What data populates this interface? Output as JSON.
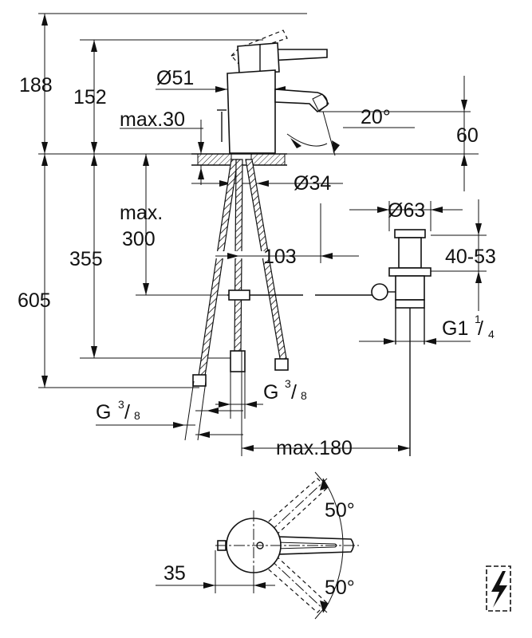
{
  "dimensions": {
    "d188": "188",
    "d152": "152",
    "d51": "Ø51",
    "dmax30": "max.30",
    "d20deg": "20°",
    "d60": "60",
    "d34": "Ø34",
    "dmax": "max.",
    "d300": "300",
    "d355": "355",
    "d103": "103",
    "d605": "605",
    "d63": "Ø63",
    "d4053": "40-53",
    "g114_main": "G1",
    "g114_num": "1",
    "g114_den": "4",
    "g38_left_main": "G",
    "g38_left_num": "3",
    "g38_left_den": "8",
    "g38_right_main": "G",
    "g38_right_num": "3",
    "g38_right_den": "8",
    "dmax180": "max.180",
    "d50_top": "50°",
    "d50_bottom": "50°",
    "d35": "35"
  },
  "symbols": {
    "electrical_icon": "lightning-bolt-icon"
  }
}
